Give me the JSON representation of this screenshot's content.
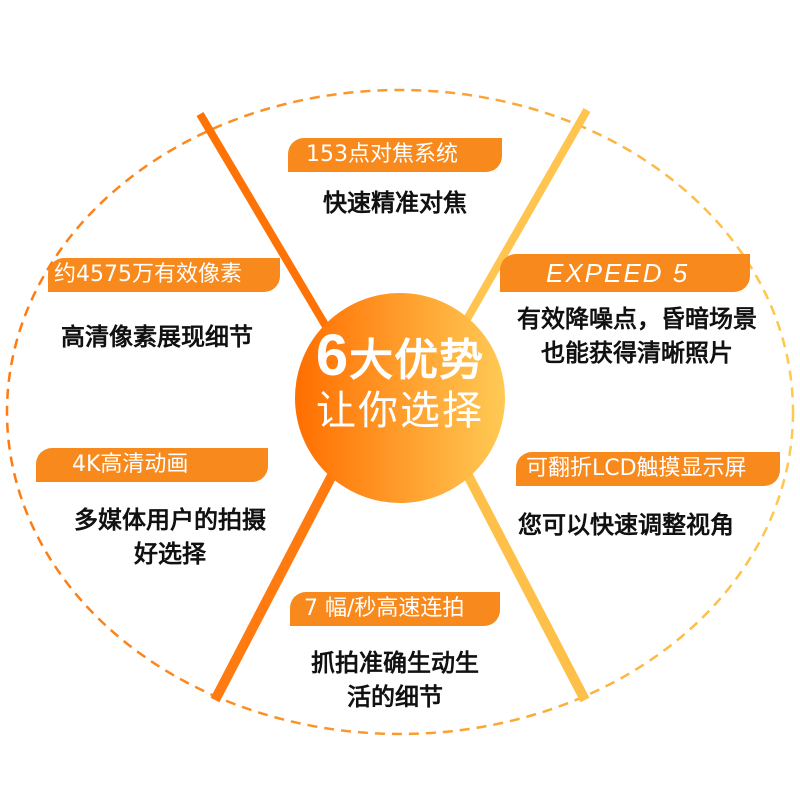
{
  "colors": {
    "pill_bg": "#F7891D",
    "dark_orange": "#FF6F00",
    "light_yellow": "#FFC84E",
    "dashed_outline": "#F8A13A",
    "text_dark": "#111111",
    "text_light": "#FFFFFF"
  },
  "center": {
    "number": "6",
    "line1": "大优势",
    "line2": "让你选择"
  },
  "features": [
    {
      "id": "focus",
      "label": "153点对焦系统",
      "desc_lines": [
        "快速精准对焦"
      ]
    },
    {
      "id": "processor",
      "label": "EXPEED 5",
      "desc_lines": [
        "有效降噪点，昏暗场景",
        "也能获得清晰照片"
      ]
    },
    {
      "id": "pixels",
      "label": "约4575万有效像素",
      "desc_lines": [
        "高清像素展现细节"
      ]
    },
    {
      "id": "video",
      "label": "4K高清动画",
      "desc_lines": [
        "多媒体用户的拍摄",
        "好选择"
      ]
    },
    {
      "id": "lcd",
      "label": "可翻折LCD触摸显示屏",
      "desc_lines": [
        "您可以快速调整视角"
      ]
    },
    {
      "id": "burst",
      "label": "7 幅/秒高速连拍",
      "desc_lines": [
        "抓拍准确生动生",
        "活的细节"
      ]
    }
  ]
}
